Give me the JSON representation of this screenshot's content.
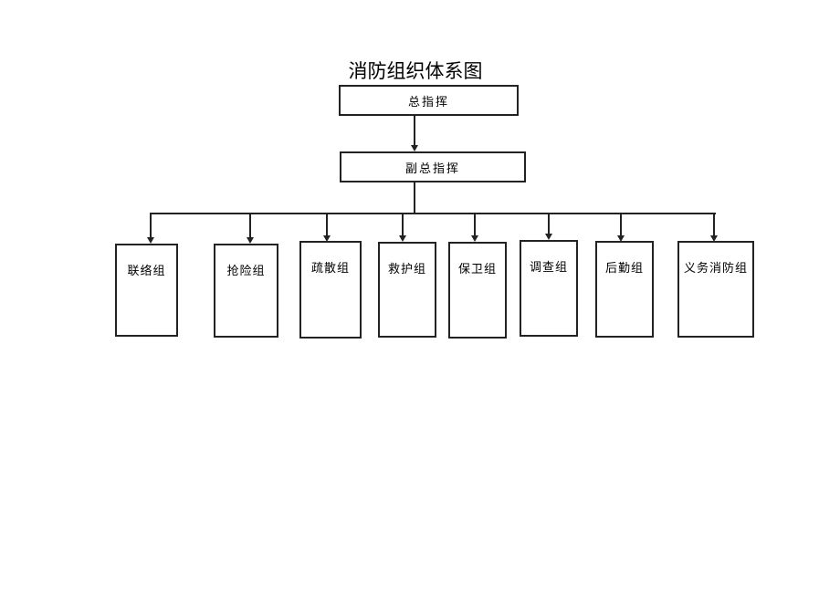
{
  "title": "消防组织体系图",
  "commander": "总指挥",
  "deputy": "副总指挥",
  "groups": [
    "联络组",
    "抢险组",
    "疏散组",
    "救护组",
    "保卫组",
    "调查组",
    "后勤组",
    "义务消防组"
  ]
}
